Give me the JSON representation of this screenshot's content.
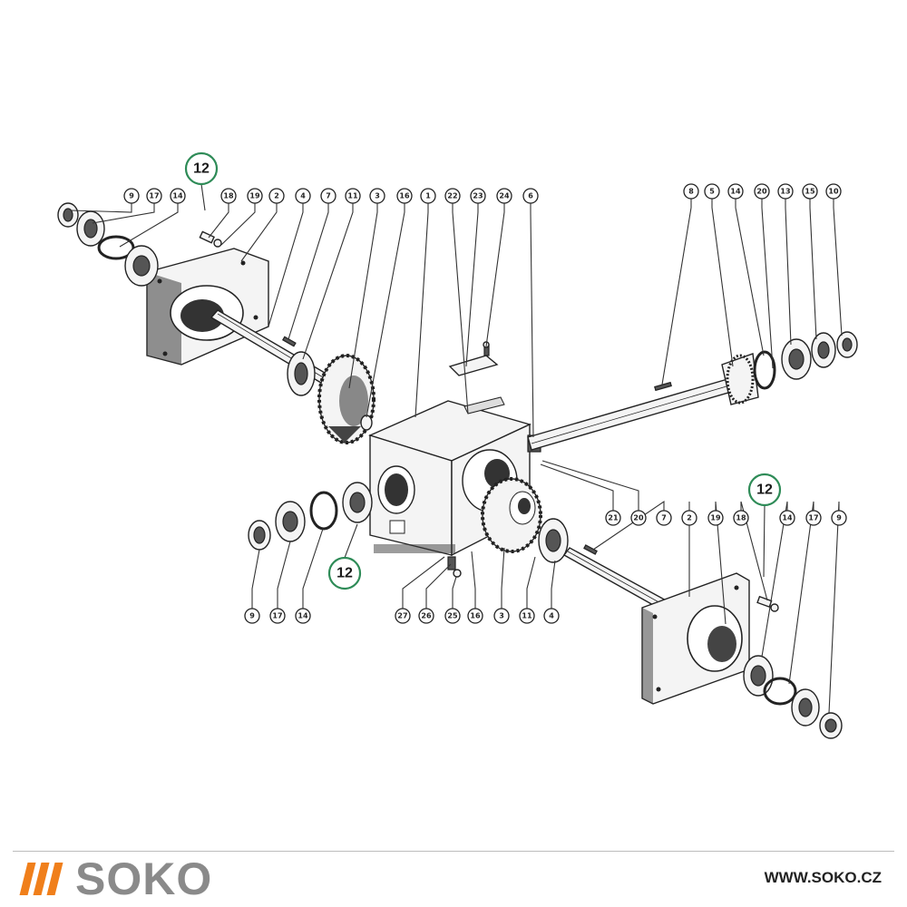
{
  "callouts": {
    "top_left_row": [
      "9",
      "17",
      "14",
      "18",
      "19",
      "2",
      "4",
      "7",
      "11",
      "3",
      "16",
      "1",
      "22",
      "23",
      "24",
      "6"
    ],
    "top_right_row": [
      "8",
      "5",
      "14",
      "20",
      "13",
      "15",
      "10"
    ],
    "bottom_left_row": [
      "9",
      "17",
      "14"
    ],
    "bottom_center_row": [
      "27",
      "26",
      "25",
      "16",
      "3",
      "11",
      "4"
    ],
    "mid_right_row": [
      "21",
      "20",
      "7",
      "2",
      "19",
      "18",
      "14",
      "17",
      "9"
    ]
  },
  "highlighted_callouts": [
    "12",
    "12",
    "12"
  ],
  "colors": {
    "highlight_ring": "#2e8b57",
    "brand_stripes": "#f07f1b",
    "brand_text": "#8a8a8a"
  },
  "footer": {
    "brand": "SOKO",
    "website": "WWW.SOKO.CZ"
  }
}
